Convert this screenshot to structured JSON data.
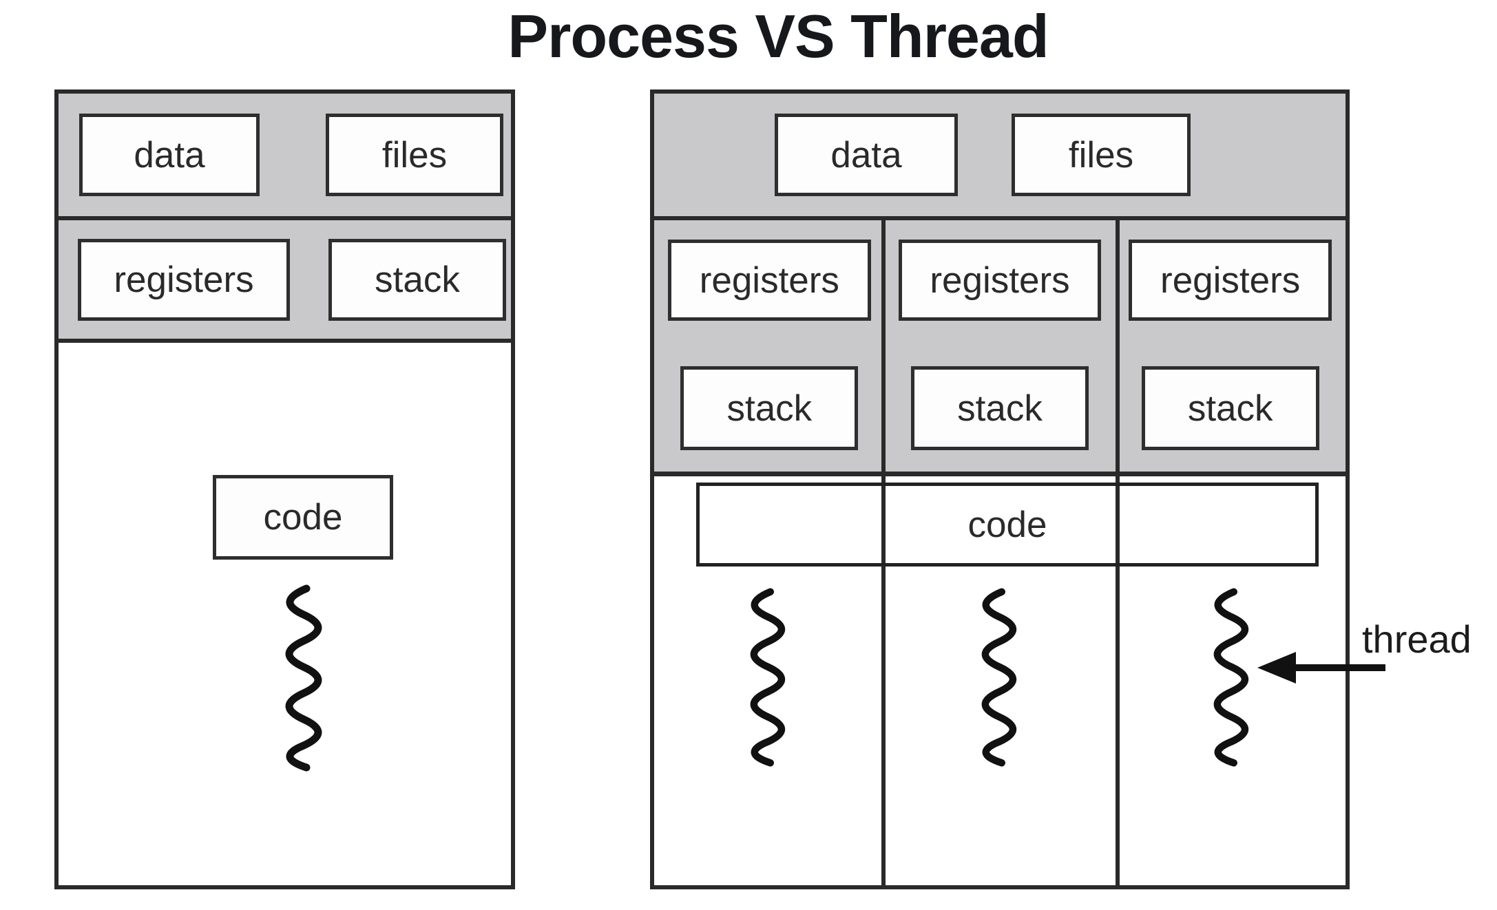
{
  "title": "Process VS Thread",
  "single_process": {
    "shared": {
      "data": "data",
      "files": "files"
    },
    "context": {
      "registers": "registers",
      "stack": "stack"
    },
    "code": "code"
  },
  "multi_process": {
    "shared": {
      "data": "data",
      "files": "files"
    },
    "threads": [
      {
        "registers": "registers",
        "stack": "stack"
      },
      {
        "registers": "registers",
        "stack": "stack"
      },
      {
        "registers": "registers",
        "stack": "stack"
      }
    ],
    "code": "code"
  },
  "annotation": {
    "thread": "thread"
  },
  "colors": {
    "background": "#ffffff",
    "section_gray": "#c9c9cb",
    "line_dark": "#2a2a2a",
    "label_text": "#2a2a2a",
    "title_text": "#16181c"
  }
}
